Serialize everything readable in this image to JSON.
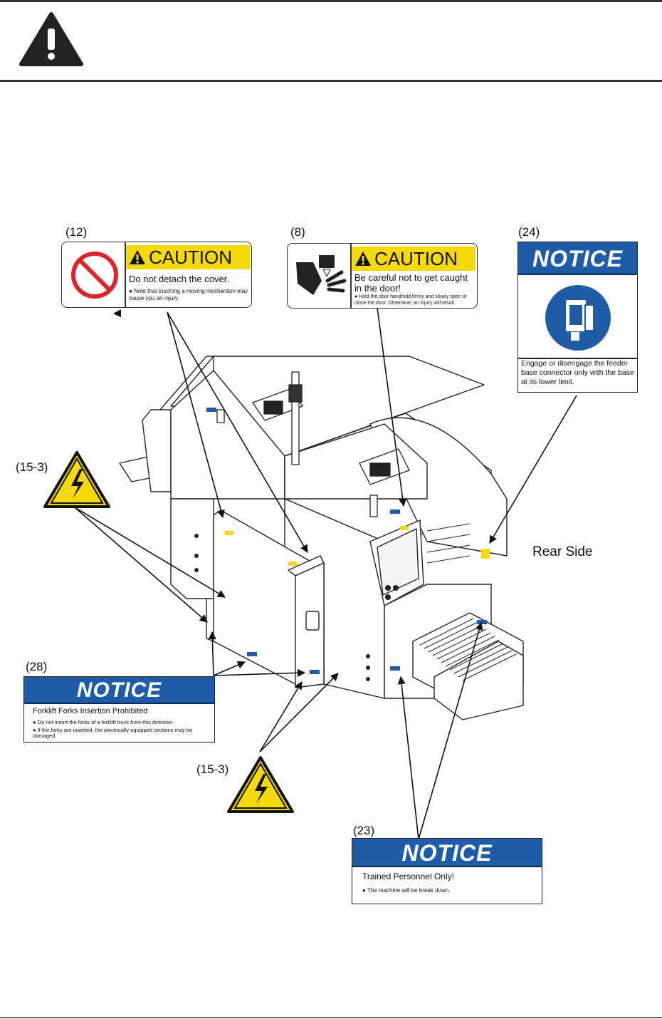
{
  "labels": {
    "l12": "(12)",
    "l8": "(8)",
    "l24": "(24)",
    "l15a": "(15-3)",
    "l28": "(28)",
    "l15b": "(15-3)",
    "l23": "(23)",
    "rear": "Rear Side"
  },
  "sign12": {
    "heading": "CAUTION",
    "main": "Do not detach the cover.",
    "bullet": "Note that touching a moving mechanism may cause you an injury."
  },
  "sign8": {
    "heading": "CAUTION",
    "main": "Be careful not to get caught in the door!",
    "bullet": "Hold the door handhold firmly and slowly open or close the door. Otherwise, an injury will result."
  },
  "sign24": {
    "heading": "NOTICE",
    "text": "Engage or disengage the feeder base connector only with the base at its lower limit."
  },
  "sign28": {
    "heading": "NOTICE",
    "main": "Forklift Forks Insertion Prohibited",
    "bullet1": "Do not insert the forks of a forklift truck from this direction.",
    "bullet2": "If the forks are inserted,  the electrically equipped sections may be damaged."
  },
  "sign23": {
    "heading": "NOTICE",
    "main": "Trained Personnel Only!",
    "bullet": "The machine will be break down."
  },
  "colors": {
    "caution_yellow": "#f5d90b",
    "notice_blue": "#1f5ca8",
    "prohibit_red": "#d9262a"
  }
}
